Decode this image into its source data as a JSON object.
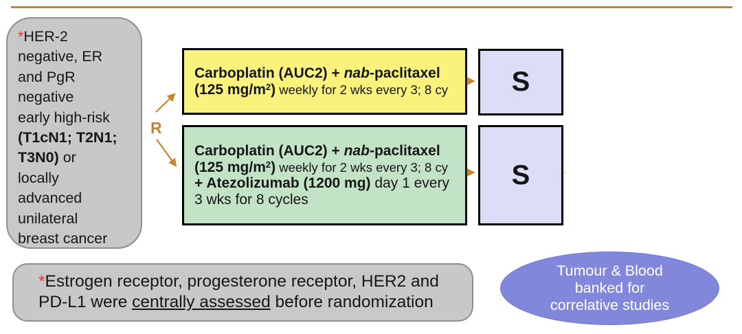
{
  "colors": {
    "accent_orange": "#C1862E",
    "arm1_fill": "#F9F37E",
    "arm2_fill": "#C2E3C6",
    "surgery_fill": "#DCDEF8",
    "gray_fill": "#C8C8C8",
    "gray_border": "#8E8E8E",
    "ellipse_fill": "#8188DC",
    "ellipse_border": "#7077C8",
    "asterisk_red": "#E3392B"
  },
  "eligibility": {
    "asterisk": "*",
    "l1": "HER-2",
    "l2": "negative, ER",
    "l3": "and PgR",
    "l4": "negative",
    "l5": "early high-risk",
    "l6_b": "(T1cN1; T2N1;",
    "l7_b": "T3N0)",
    "l7_n": " or",
    "l8": "locally",
    "l9": "advanced",
    "l10": "unilateral",
    "l11": "breast cancer"
  },
  "randomization": {
    "label": "R"
  },
  "arm1": {
    "l1_b1": "Carboplatin (AUC2) + ",
    "l1_i": "nab",
    "l1_b2": "-paclitaxel",
    "l2_b1": "(125 mg/m",
    "l2_sup": "2",
    "l2_b2": ")",
    "l2_n": " weekly for 2 wks every 3; 8 cy"
  },
  "arm2": {
    "l1_b1": "Carboplatin (AUC2) + ",
    "l1_i": "nab",
    "l1_b2": "-paclitaxel",
    "l2_b1": "(125 mg/m",
    "l2_sup": "2",
    "l2_b2": ")",
    "l2_n": " weekly for 2 wks every 3; 8 cy",
    "l3_b": "+ Atezolizumab (1200 mg)",
    "l3_n": " day 1 every",
    "l4": "3 wks for 8 cycles"
  },
  "surgery": {
    "label": "S"
  },
  "footnote": {
    "asterisk": "*",
    "l1": "Estrogen receptor, progesterone receptor, HER2 and",
    "l2_pre": "PD-L1 were ",
    "l2_u": "centrally assessed",
    "l2_post": " before randomization"
  },
  "biobank": {
    "l1": "Tumour & Blood",
    "l2": "banked for",
    "l3": "correlative studies"
  }
}
